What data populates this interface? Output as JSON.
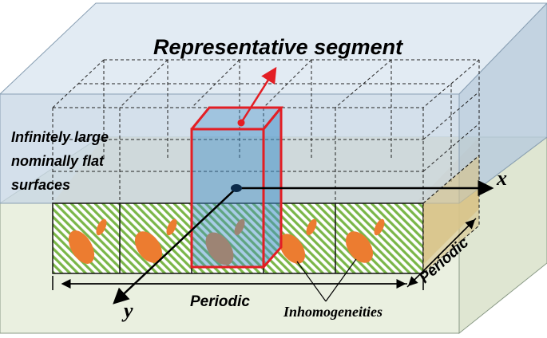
{
  "labels": {
    "representative_segment": "Representative segment",
    "surfaces_line1": "Infinitely large",
    "surfaces_line2": "nominally flat",
    "surfaces_line3": "surfaces",
    "x_axis": "x",
    "y_axis": "y",
    "periodic_bottom": "Periodic",
    "periodic_side": "Periodic",
    "inhomogeneities": "Inhomogeneities"
  },
  "colors": {
    "top_block_front": "#c9d8e6",
    "top_block_top": "#dfe9f2",
    "bottom_block_front": "#eaf0e0",
    "bottom_block_top": "#e3e9d8",
    "hatch_green": "#7ab648",
    "inclusion_orange": "#ec7c30",
    "segment_red": "#e31e24",
    "segment_fill": "#3f8fc8",
    "interface_gold": "#d9c48a"
  }
}
